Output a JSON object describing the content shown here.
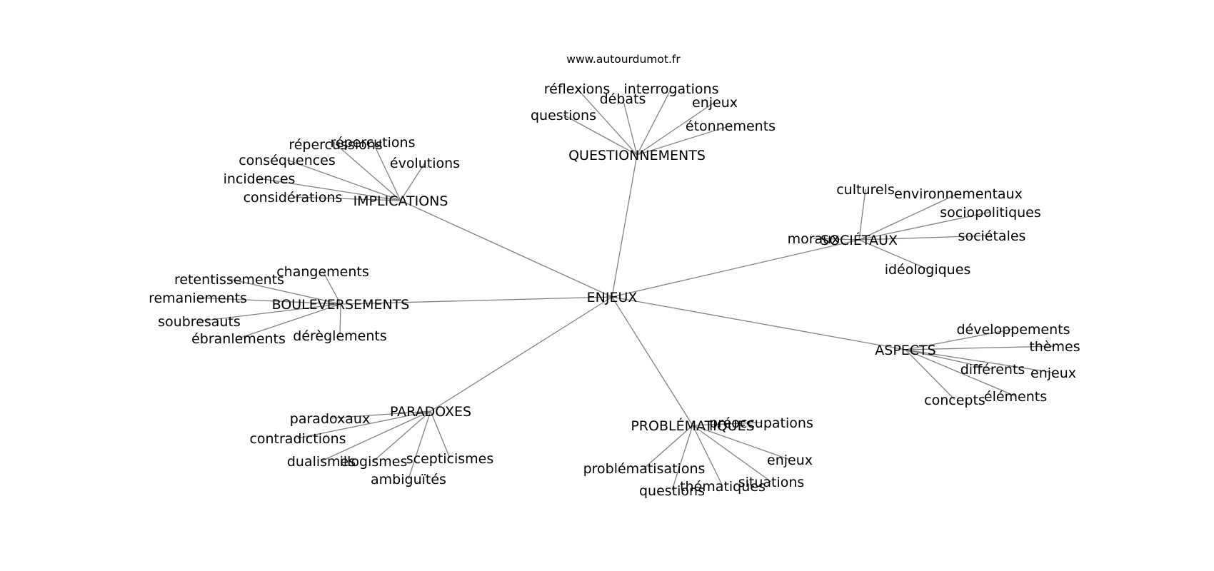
{
  "source_label": "www.autourdumot.fr",
  "center": {
    "id": "enjeux",
    "label": "ENJEUX"
  },
  "hubs": [
    {
      "id": "questionnements",
      "label": "QUESTIONNEMENTS",
      "leaves": [
        {
          "id": "reflexions",
          "label": "réflexions"
        },
        {
          "id": "debats",
          "label": "débats"
        },
        {
          "id": "interrogations",
          "label": "interrogations"
        },
        {
          "id": "enjeux-q",
          "label": "enjeux"
        },
        {
          "id": "questions-q",
          "label": "questions"
        },
        {
          "id": "etonnements",
          "label": "étonnements"
        }
      ]
    },
    {
      "id": "implications",
      "label": "IMPLICATIONS",
      "leaves": [
        {
          "id": "repercussions-1",
          "label": "répercussions"
        },
        {
          "id": "repercutions",
          "label": "répercutions"
        },
        {
          "id": "consequences",
          "label": "conséquences"
        },
        {
          "id": "evolutions",
          "label": "évolutions"
        },
        {
          "id": "incidences",
          "label": "incidences"
        },
        {
          "id": "considerations",
          "label": "considérations"
        }
      ]
    },
    {
      "id": "societaux",
      "label": "SOCIÉTAUX",
      "leaves": [
        {
          "id": "culturels",
          "label": "culturels"
        },
        {
          "id": "environnementaux",
          "label": "environnementaux"
        },
        {
          "id": "sociopolitiques",
          "label": "sociopolitiques"
        },
        {
          "id": "moraux",
          "label": "moraux"
        },
        {
          "id": "societales",
          "label": "sociétales"
        },
        {
          "id": "ideologiques",
          "label": "idéologiques"
        }
      ]
    },
    {
      "id": "bouleversements",
      "label": "BOULEVERSEMENTS",
      "leaves": [
        {
          "id": "changements",
          "label": "changements"
        },
        {
          "id": "retentissements",
          "label": "retentissements"
        },
        {
          "id": "remaniements",
          "label": "remaniements"
        },
        {
          "id": "soubresauts",
          "label": "soubresauts"
        },
        {
          "id": "ebranlements",
          "label": "ébranlements"
        },
        {
          "id": "dereglements",
          "label": "dérèglements"
        }
      ]
    },
    {
      "id": "aspects",
      "label": "ASPECTS",
      "leaves": [
        {
          "id": "developpements",
          "label": "développements"
        },
        {
          "id": "themes",
          "label": "thèmes"
        },
        {
          "id": "differents",
          "label": "différents"
        },
        {
          "id": "enjeux-a",
          "label": "enjeux"
        },
        {
          "id": "elements",
          "label": "éléments"
        },
        {
          "id": "concepts",
          "label": "concepts"
        }
      ]
    },
    {
      "id": "paradoxes",
      "label": "PARADOXES",
      "leaves": [
        {
          "id": "paradoxaux",
          "label": "paradoxaux"
        },
        {
          "id": "contradictions",
          "label": "contradictions"
        },
        {
          "id": "dualismes",
          "label": "dualismes"
        },
        {
          "id": "illogismes",
          "label": "illogismes"
        },
        {
          "id": "scepticismes",
          "label": "scepticismes"
        },
        {
          "id": "ambiguites",
          "label": "ambiguïtés"
        }
      ]
    },
    {
      "id": "problematiques",
      "label": "PROBLÉMATIQUES",
      "leaves": [
        {
          "id": "preoccupations",
          "label": "préoccupations"
        },
        {
          "id": "enjeux-p",
          "label": "enjeux"
        },
        {
          "id": "problematisations",
          "label": "problématisations"
        },
        {
          "id": "situations",
          "label": "situations"
        },
        {
          "id": "thematiques",
          "label": "thématiques"
        },
        {
          "id": "questions-p",
          "label": "questions"
        }
      ]
    }
  ]
}
